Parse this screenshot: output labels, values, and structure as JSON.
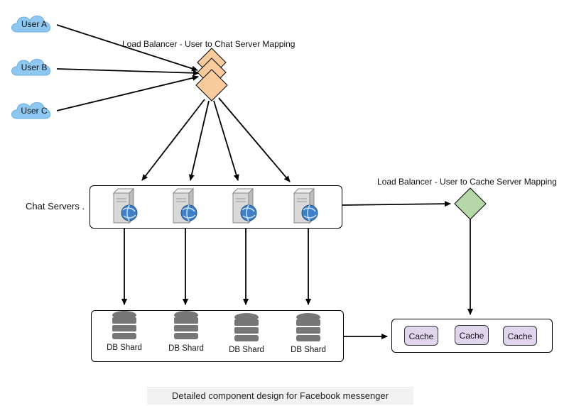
{
  "users": [
    "User A",
    "User B",
    "User C"
  ],
  "chat_lb_label": "Load Balancer - User to Chat Server Mapping",
  "cache_lb_label": "Load Balancer - User to Cache Server Mapping",
  "chat_servers_label": "Chat Servers .",
  "shards": [
    "DB Shard",
    "DB Shard",
    "DB Shard",
    "DB Shard"
  ],
  "caches": [
    "Cache",
    "Cache",
    "Cache"
  ],
  "caption": "Detailed component design for Facebook messenger",
  "colors": {
    "cloud": "#8ec8f0",
    "chat_lb": "#f9cb9c",
    "cache_lb": "#b6d7a8",
    "cache": "#e1d5ee",
    "db": "#777777"
  }
}
